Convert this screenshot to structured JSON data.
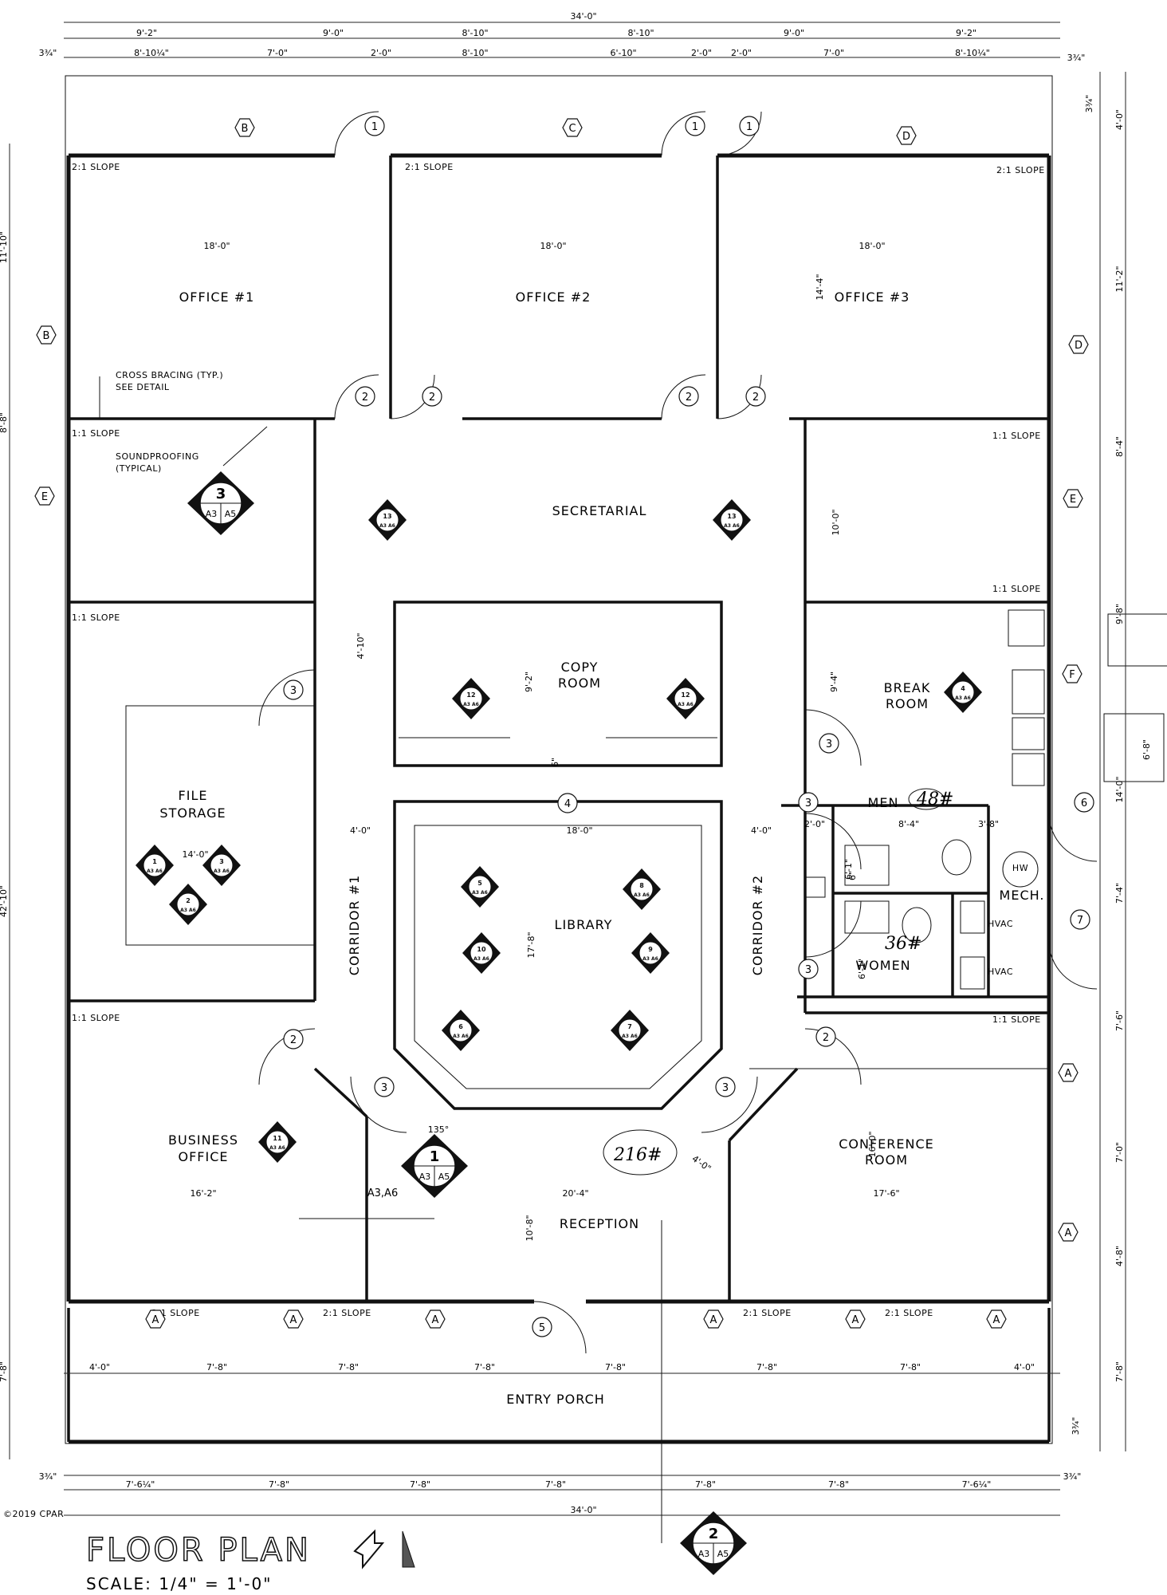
{
  "plan": {
    "title": "FLOOR PLAN",
    "scale": "SCALE: 1/4\" = 1'-0\"",
    "copyright": "©2019 CPAR"
  },
  "rooms": {
    "office1": "OFFICE #1",
    "office2": "OFFICE #2",
    "office3": "OFFICE #3",
    "secretarial": "SECRETARIAL",
    "copy_room_1": "COPY",
    "copy_room_2": "ROOM",
    "break_room_1": "BREAK",
    "break_room_2": "ROOM",
    "file_storage_1": "FILE",
    "file_storage_2": "STORAGE",
    "library": "LIBRARY",
    "corridor1": "CORRIDOR #1",
    "corridor2": "CORRIDOR #2",
    "men": "MEN",
    "women": "WOMEN",
    "mech": "MECH.",
    "hvac": "HVAC",
    "hw": "HW",
    "business_office_1": "BUSINESS",
    "business_office_2": "OFFICE",
    "conference_room_1": "CONFERENCE",
    "conference_room_2": "ROOM",
    "reception": "RECEPTION",
    "entry_porch": "ENTRY PORCH"
  },
  "notes": {
    "slope_21": "2:1 SLOPE",
    "slope_11": "1:1 SLOPE",
    "cross_bracing_1": "CROSS BRACING (TYP.)",
    "cross_bracing_2": "SEE DETAIL",
    "soundproofing_1": "SOUNDPROOFING",
    "soundproofing_2": "(TYPICAL)"
  },
  "handwritten": {
    "men_area": "48#",
    "women_area": "36#",
    "reception_area": "216#"
  },
  "dimensions": {
    "overall": "34'-0\"",
    "top_row1": [
      "9'-2\"",
      "9'-0\"",
      "8'-10\"",
      "8'-10\"",
      "9'-0\"",
      "9'-2\""
    ],
    "top_row2": [
      "8'-10¼\"",
      "7'-0\"",
      "2'-0\"",
      "8'-10\"",
      "6'-10\"",
      "2'-0\"",
      "2'-0\"",
      "7'-0\"",
      "8'-10¼\""
    ],
    "edge": "3¾\"",
    "office_width": "18'-0\"",
    "office_depth": "14'-4\"",
    "right_side": [
      "4'-0\"",
      "11'-2\"",
      "8'-4\"",
      "9'-8\"",
      "14'-0\"",
      "7'-4\"",
      "7'-6\"",
      "7'-0\"",
      "4'-8\"",
      "7'-8\""
    ],
    "left_side": [
      "11'-10\"",
      "8'-8\"",
      "42'-10\"",
      "7'-8\""
    ],
    "interior": [
      "10'-0\"",
      "9'-4\"",
      "4'-10\"",
      "9'-2\"",
      "14'-0\"",
      "4'-0\"",
      "18'-0\"",
      "4'-0\"",
      "17'-8\"",
      "6\"",
      "2'-0\"",
      "8'-4\"",
      "3'-8\"",
      "6'-1\"",
      "6'-1\"",
      "6\"",
      "16'-0\"",
      "17'-6\"",
      "16'-2\"",
      "20'-4\"",
      "10'-8\"",
      "4'-0\"",
      "135°",
      "6'-8\""
    ],
    "porch_row": [
      "4'-0\"",
      "7'-8\"",
      "7'-8\"",
      "7'-8\"",
      "7'-8\"",
      "7'-8\"",
      "7'-8\"",
      "4'-0\""
    ],
    "bottom_row": [
      "7'-6¼\"",
      "7'-8\"",
      "7'-8\"",
      "7'-8\"",
      "7'-8\"",
      "7'-8\"",
      "7'-6¼\""
    ]
  },
  "door_tags": [
    "1",
    "2",
    "3",
    "4",
    "5",
    "6",
    "7"
  ],
  "window_tags": [
    "A",
    "B",
    "C",
    "D",
    "E",
    "F"
  ],
  "sections": {
    "s1": {
      "num": "1",
      "sheets": [
        "A3",
        "A5"
      ],
      "label": "A3,A6"
    },
    "s2": {
      "num": "2",
      "sheets": [
        "A3",
        "A5"
      ]
    },
    "s3": {
      "num": "3",
      "sheets": [
        "A3",
        "A5"
      ]
    },
    "elev": [
      "1",
      "2",
      "3",
      "4",
      "5",
      "6",
      "7",
      "8",
      "9",
      "10",
      "11",
      "12",
      "13"
    ],
    "elev_sheets": "A3 A6"
  }
}
